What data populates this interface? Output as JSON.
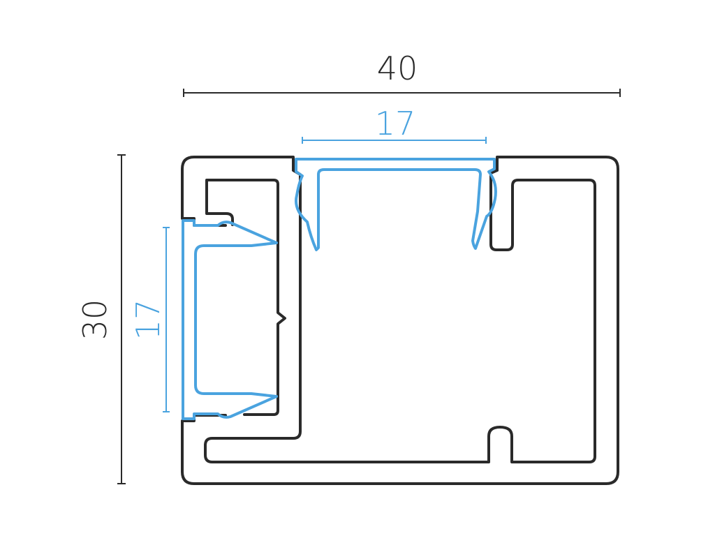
{
  "dimensions": {
    "overall_width": "40",
    "overall_height": "30",
    "top_insert_width": "17",
    "side_insert_height": "17"
  },
  "colors": {
    "profile_stroke": "#2a2a2a",
    "insert_stroke": "#4aa3df",
    "dimension_line": "#2a2a2a"
  }
}
